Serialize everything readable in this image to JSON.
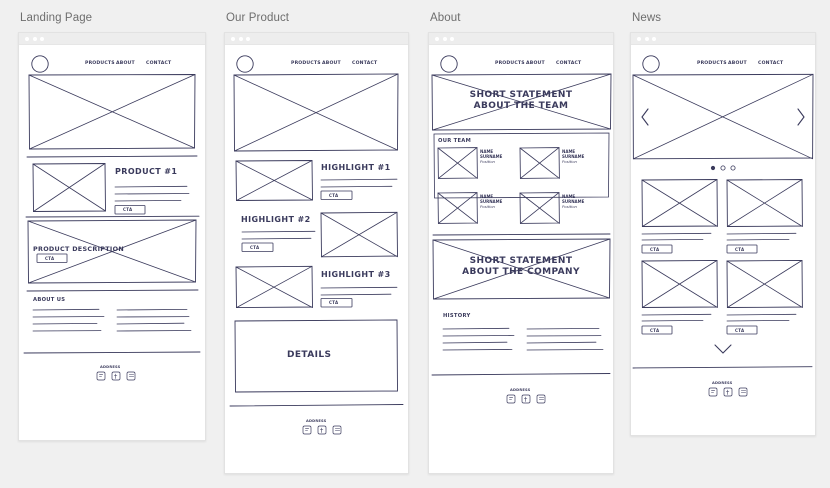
{
  "board": {
    "background": "#f0f0f0",
    "ink_color": "#3a3a5c"
  },
  "frames": [
    {
      "label": "Landing Page",
      "nav": {
        "logo": "logo-circle",
        "items": [
          "PRODUCTS",
          "ABOUT",
          "CONTACT"
        ]
      },
      "sections": [
        {
          "name": "hero-image",
          "type": "image-placeholder"
        },
        {
          "name": "product-feature",
          "type": "image-left-text-right",
          "heading": "PRODUCT #1",
          "text_lines": 3,
          "cta": "CTA"
        },
        {
          "name": "product-description",
          "type": "full-image-with-overlay",
          "heading": "PRODUCT DESCRIPTION",
          "cta": "CTA"
        },
        {
          "name": "about-us",
          "type": "two-column-text",
          "heading": "ABOUT US",
          "left_lines": 4,
          "right_lines": 4
        }
      ],
      "footer": {
        "address": "ADDRESS",
        "social_icons": [
          "social-icon-1",
          "social-icon-2",
          "social-icon-3"
        ]
      }
    },
    {
      "label": "Our Product",
      "nav": {
        "logo": "logo-circle",
        "items": [
          "PRODUCTS",
          "ABOUT",
          "CONTACT"
        ]
      },
      "sections": [
        {
          "name": "hero-image",
          "type": "image-placeholder"
        },
        {
          "name": "highlight-1",
          "type": "image-left-text-right",
          "heading": "HIGHLIGHT #1",
          "text_lines": 2,
          "cta": "CTA"
        },
        {
          "name": "highlight-2",
          "type": "text-left-image-right",
          "heading": "HIGHLIGHT #2",
          "text_lines": 2,
          "cta": "CTA"
        },
        {
          "name": "highlight-3",
          "type": "image-left-text-right",
          "heading": "HIGHLIGHT #3",
          "text_lines": 2,
          "cta": "CTA"
        },
        {
          "name": "details",
          "type": "box-with-heading",
          "heading": "DETAILS"
        }
      ],
      "footer": {
        "address": "ADDRESS",
        "social_icons": [
          "social-icon-1",
          "social-icon-2",
          "social-icon-3"
        ]
      }
    },
    {
      "label": "About",
      "nav": {
        "logo": "logo-circle",
        "items": [
          "PRODUCTS",
          "ABOUT",
          "CONTACT"
        ]
      },
      "sections": [
        {
          "name": "team-statement",
          "type": "hero-with-text",
          "heading_line_1": "SHORT STATEMENT",
          "heading_line_2": "ABOUT THE TEAM"
        },
        {
          "name": "our-team",
          "type": "team-grid",
          "heading": "OUR TEAM",
          "members": [
            {
              "name": "NAME",
              "surname": "SURNAME",
              "position": "Position"
            },
            {
              "name": "NAME",
              "surname": "SURNAME",
              "position": "Position"
            },
            {
              "name": "NAME",
              "surname": "SURNAME",
              "position": "Position"
            },
            {
              "name": "NAME",
              "surname": "SURNAME",
              "position": "Position"
            }
          ]
        },
        {
          "name": "company-statement",
          "type": "hero-with-text",
          "heading_line_1": "SHORT STATEMENT",
          "heading_line_2": "ABOUT THE COMPANY"
        },
        {
          "name": "history",
          "type": "two-column-text",
          "heading": "HISTORY",
          "left_lines": 4,
          "right_lines": 4
        }
      ],
      "footer": {
        "address": "ADDRESS",
        "social_icons": [
          "social-icon-1",
          "social-icon-2",
          "social-icon-3"
        ]
      }
    },
    {
      "label": "News",
      "nav": {
        "logo": "logo-circle",
        "items": [
          "PRODUCTS",
          "ABOUT",
          "CONTACT"
        ]
      },
      "sections": [
        {
          "name": "carousel",
          "type": "carousel",
          "prev_icon": "chevron-left-icon",
          "next_icon": "chevron-right-icon",
          "dots": 3,
          "active_dot": 1
        },
        {
          "name": "news-grid",
          "type": "card-grid",
          "columns": 2,
          "rows": 2,
          "cards": [
            {
              "text_lines": 2,
              "cta": "CTA"
            },
            {
              "text_lines": 2,
              "cta": "CTA"
            },
            {
              "text_lines": 2,
              "cta": "CTA"
            },
            {
              "text_lines": 2,
              "cta": "CTA"
            }
          ]
        },
        {
          "name": "load-more",
          "type": "chevron-down",
          "icon": "chevron-down-icon"
        }
      ],
      "footer": {
        "address": "ADDRESS",
        "social_icons": [
          "social-icon-1",
          "social-icon-2",
          "social-icon-3"
        ]
      }
    }
  ]
}
